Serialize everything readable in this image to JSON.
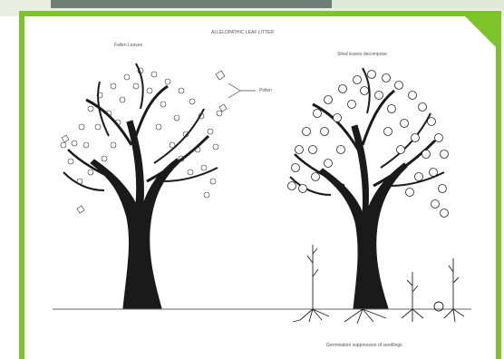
{
  "diagram": {
    "title": "ALLELOPATHIC LEAF LITTER",
    "left_tree_label": "Fallen Leaves",
    "pollen_label": "Pollen",
    "right_tree_label": "Shed leaves decompose",
    "ground_label": "Germination suppression of seedlings"
  },
  "colors": {
    "frame_accent": "#7cc42a",
    "tab": "#6f7f77",
    "ink": "#1a1a1a"
  }
}
